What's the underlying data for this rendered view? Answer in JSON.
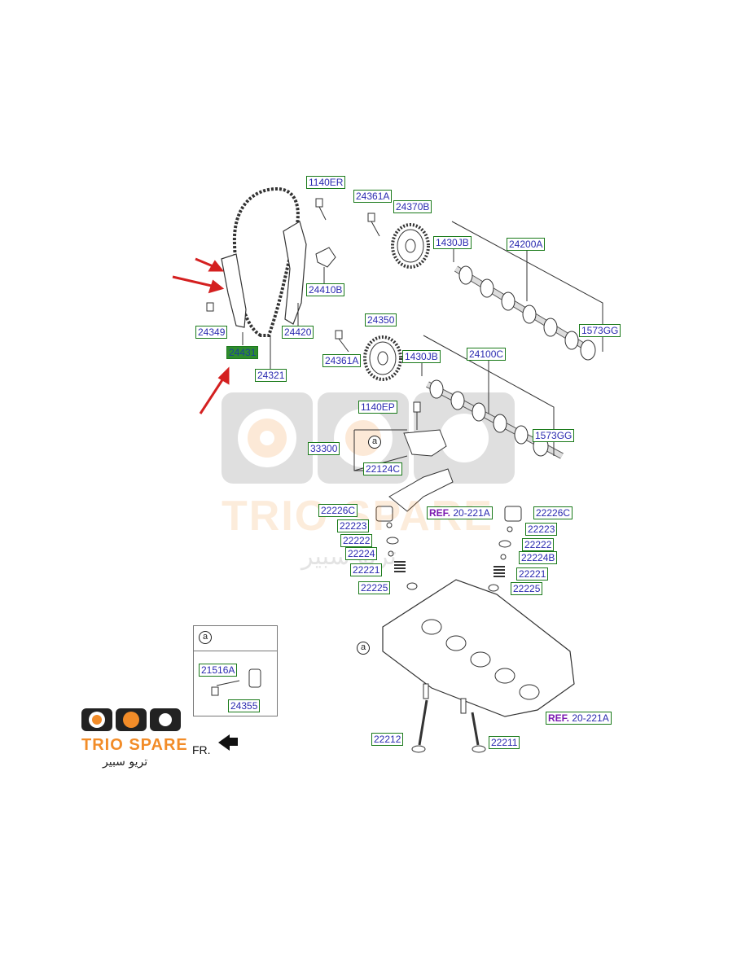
{
  "labels": {
    "l_1140ER": "1140ER",
    "l_24361A_top": "24361A",
    "l_24370B": "24370B",
    "l_1430JB_top": "1430JB",
    "l_24200A": "24200A",
    "l_24410B": "24410B",
    "l_24349": "24349",
    "l_24420": "24420",
    "l_24431": "24431",
    "l_24321": "24321",
    "l_1573GG_top": "1573GG",
    "l_24350": "24350",
    "l_24361A_bot": "24361A",
    "l_1430JB_bot": "1430JB",
    "l_24100C": "24100C",
    "l_1140EP": "1140EP",
    "l_1573GG_bot": "1573GG",
    "l_33300": "33300",
    "l_22124C": "22124C",
    "l_22226C_l": "22226C",
    "l_22223_l": "22223",
    "l_22222_l": "22222",
    "l_22224_l": "22224",
    "l_22221_l": "22221",
    "l_22225_l": "22225",
    "l_22226C_r": "22226C",
    "l_22223_r": "22223",
    "l_22222_r": "22222",
    "l_22224B_r": "22224B",
    "l_22221_r": "22221",
    "l_22225_r": "22225",
    "l_21516A": "21516A",
    "l_24355": "24355",
    "l_22212": "22212",
    "l_22211": "22211"
  },
  "refs": {
    "ref1_prefix": "REF.",
    "ref1_num": "20-221A",
    "ref2_prefix": "REF.",
    "ref2_num": "20-221A"
  },
  "markers": {
    "a1": "a",
    "a2": "a",
    "a_inset": "a"
  },
  "fr_label": "FR.",
  "logo": {
    "brand": "TRIO SPARE",
    "arabic": "تريو سبير"
  },
  "watermark": {
    "brand": "TRIO SPARE",
    "arabic": "تريو سبير"
  },
  "colors": {
    "label_border": "#1a7a1a",
    "label_text": "#2a2ab0",
    "selected_fill": "#2e8b2e",
    "ref_text": "#7a1ab0",
    "arrow": "#d42020",
    "logo_orange": "#f28c28",
    "logo_dark": "#222222"
  }
}
